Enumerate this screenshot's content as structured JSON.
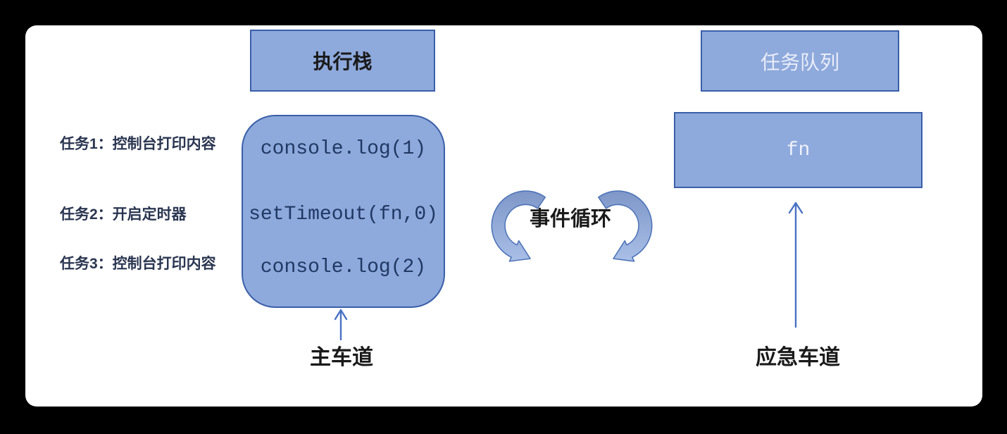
{
  "diagram": {
    "execution_stack": {
      "title": "执行栈",
      "code_lines": [
        "console.log(1)",
        "setTimeout(fn,0)",
        "console.log(2)"
      ],
      "lane_label": "主车道"
    },
    "task_queue": {
      "title": "任务队列",
      "item": "fn",
      "lane_label": "应急车道"
    },
    "tasks": [
      "任务1：控制台打印内容",
      "任务2：开启定时器",
      "任务3：控制台打印内容"
    ],
    "event_loop": {
      "label": "事件循环"
    },
    "colors": {
      "frame": "#000000",
      "canvas_bg": "#ffffff",
      "box_fill": "#8ea9dc",
      "box_border": "#3a5fa8",
      "code_text": "#1f3864",
      "light_text": "#e9edf8",
      "task_label_text": "#2a3550",
      "heading_text": "#1a1a1a",
      "arrow_line": "#4a72c4",
      "arc_gradient_top": "#7e97c8",
      "arc_gradient_bottom": "#a9bfe7",
      "arc_outline": "#4f74b8"
    }
  }
}
